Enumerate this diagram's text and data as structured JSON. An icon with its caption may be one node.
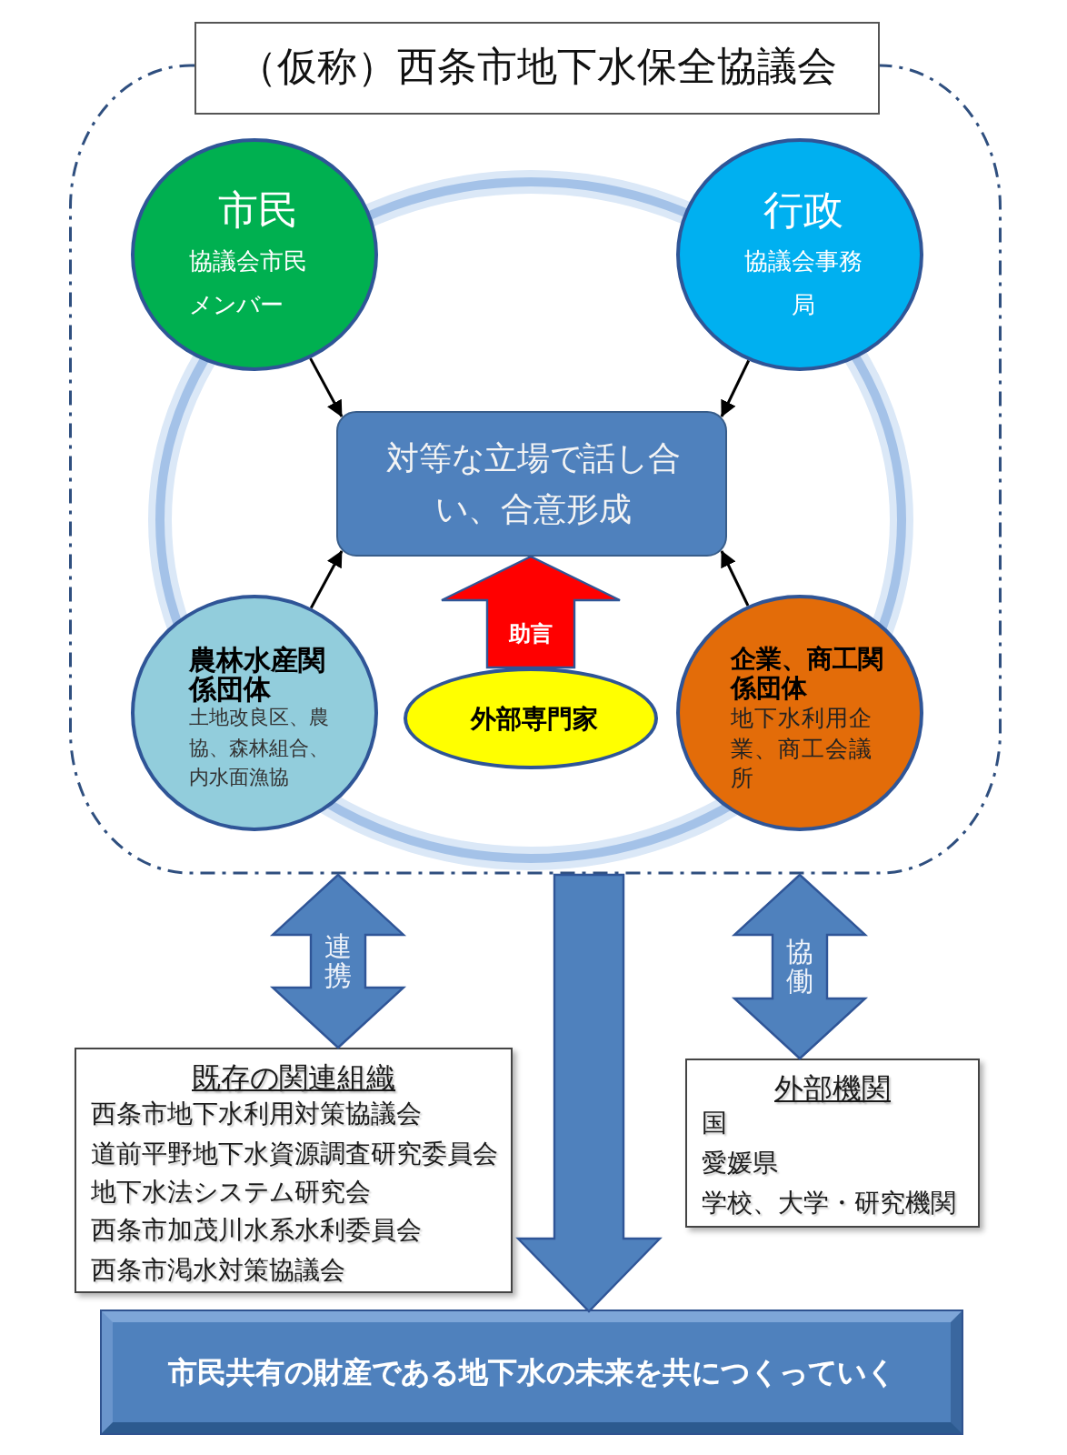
{
  "diagram": {
    "nodes": [
      {
        "text": [
          "（仮称）西条市地下水保全協議会"
        ]
      },
      {
        "text": [
          "市民",
          "協議会市民メンバー"
        ],
        "in": 0
      },
      {
        "text": [
          "行政",
          "協議会事務局"
        ],
        "in": 0
      },
      {
        "text": [
          "対等な立場で話し合い、合意形成"
        ],
        "in": 0
      },
      {
        "text": [
          "農林水産関係団体",
          "土地改良区、農協、森林組合、内水面漁協"
        ],
        "in": 0
      },
      {
        "text": [
          "企業、商工関係団体",
          "地下水利用企業、商工会議所"
        ],
        "in": 0
      },
      {
        "text": [
          "外部専門家"
        ],
        "in": 0
      },
      {
        "text": [
          "既存の関連組織",
          "西条市地下水利用対策協議会",
          "道前平野地下水資源調査研究委員会",
          "地下水法システム研究会",
          "西条市加茂川水系水利委員会",
          "西条市渇水対策協議会"
        ]
      },
      {
        "text": [
          "外部機関",
          "国",
          "愛媛県",
          "学校、大学・研究機関"
        ]
      },
      {
        "text": [
          "市民共有の財産である地下水の未来を共につくっていく"
        ]
      }
    ],
    "edges": [
      {
        "from": 1,
        "to": 3,
        "arrow": "to"
      },
      {
        "from": 2,
        "to": 3,
        "arrow": "to"
      },
      {
        "from": 4,
        "to": 3,
        "arrow": "to"
      },
      {
        "from": 5,
        "to": 3,
        "arrow": "to"
      },
      {
        "from": 6,
        "to": 3,
        "arrow": "to",
        "label": "助言",
        "style": "thick",
        "color": "#ff0000"
      },
      {
        "from": 0,
        "to": 7,
        "arrow": "both",
        "label": "連携",
        "style": "thick",
        "color": "#4f81bd"
      },
      {
        "from": 0,
        "to": 8,
        "arrow": "both",
        "label": "協働",
        "style": "thick",
        "color": "#4f81bd"
      },
      {
        "from": 0,
        "to": 9,
        "arrow": "to",
        "style": "thick",
        "color": "#4f81bd"
      }
    ]
  }
}
